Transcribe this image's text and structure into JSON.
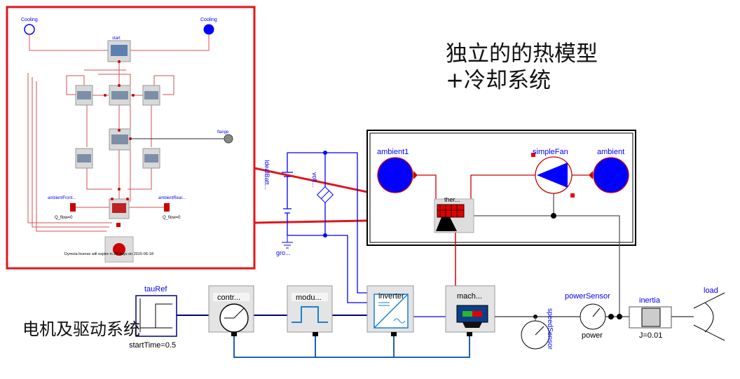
{
  "annotations": {
    "thermal_title_line1": "独立的的热模型",
    "thermal_title_line2": "+冷却系统",
    "drive_title": "电机及驱动系统"
  },
  "thermal_system": {
    "ambient1": "ambient1",
    "simpleFan": "simpleFan",
    "ambient": "ambient",
    "ther": "ther..."
  },
  "drive_system": {
    "tauRef": "tauRef",
    "startTime": "startTime=0.5",
    "controller": "contr...",
    "modulation": "modu...",
    "inverter": "inverter",
    "machine": "mach...",
    "speedSensor": "speedSensor",
    "powerSensor": "powerSensor",
    "power": "power",
    "inertia": "inertia",
    "inertia_J": "J=0.01",
    "load": "load",
    "idealBattery": "IdealBatt...",
    "voltmeter": "volt...",
    "ground": "gro..."
  },
  "detail_view": {
    "cooling_left": "Cooling",
    "cooling_right": "Cooling",
    "start": "start",
    "flange": "flange",
    "ambientFront": "ambientFront...",
    "ambientRear": "ambientRear...",
    "flow_front": "Q_flow=0",
    "flow_rear": "Q_flow=0",
    "license": "Dymola license will expire in 25 days on 2015-06-18"
  },
  "colors": {
    "highlight_red": "#e0161b",
    "connector_blue": "#0000ff",
    "signal_navy": "#000080",
    "bus_blue": "#1f5fb4",
    "heat_red": "#cf0000"
  }
}
